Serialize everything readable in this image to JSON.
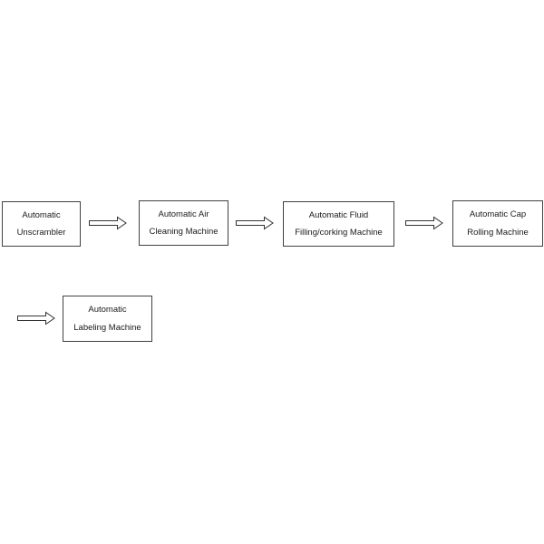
{
  "diagram": {
    "steps": [
      {
        "line1": "Automatic",
        "line2": "Unscrambler"
      },
      {
        "line1": "Automatic Air",
        "line2": "Cleaning Machine"
      },
      {
        "line1": "Automatic Fluid",
        "line2": "Filling/corking Machine"
      },
      {
        "line1": "Automatic Cap",
        "line2": "Rolling Machine"
      },
      {
        "line1": "Automatic",
        "line2": "Labeling Machine"
      }
    ]
  }
}
